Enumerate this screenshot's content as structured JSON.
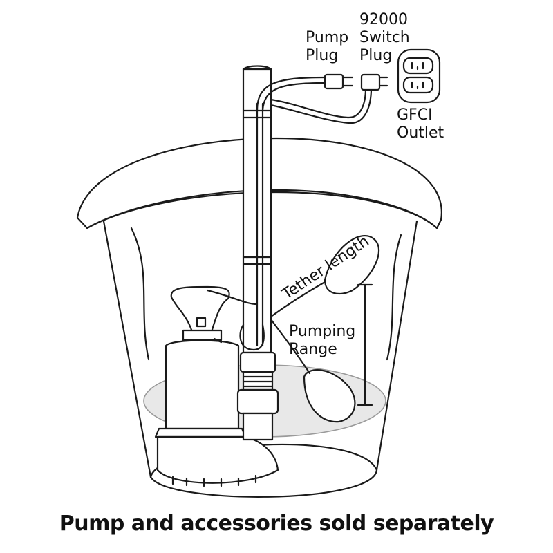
{
  "labels": {
    "pump_plug": [
      "Pump",
      "Plug"
    ],
    "switch_plug": [
      "92000",
      "Switch",
      "Plug"
    ],
    "outlet": [
      "GFCI",
      "Outlet"
    ],
    "tether": "Tether length",
    "pumping_range": [
      "Pumping",
      "Range"
    ]
  },
  "caption": "Pump and accessories sold separately",
  "colors": {
    "line": "#1a1a1a",
    "water": "#e6e6e6",
    "background": "#ffffff"
  }
}
